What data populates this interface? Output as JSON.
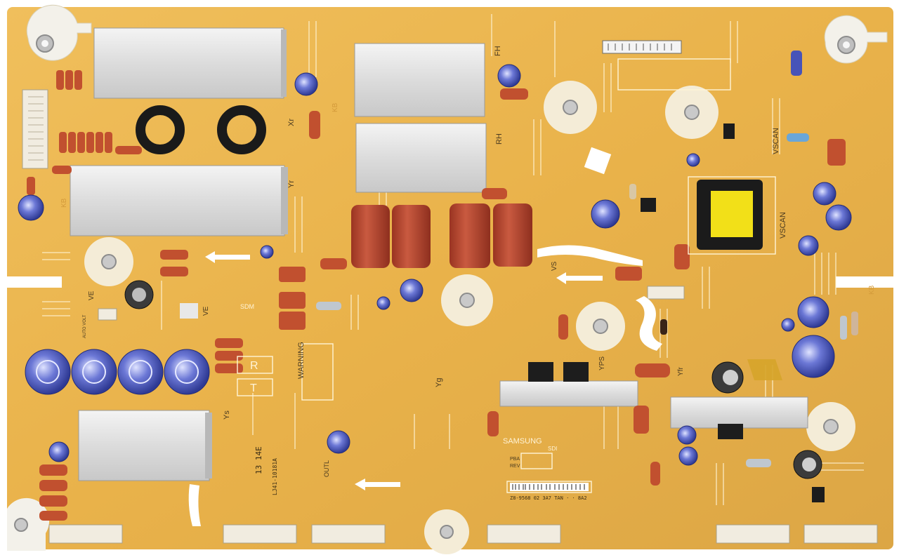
{
  "board": {
    "labels": {
      "warning": "WARNING",
      "manufacturer": "SAMSUNG",
      "subbrand": "SDI",
      "vscan_top": "VSCAN",
      "vscan_side": "VSCAN",
      "fh": "FH",
      "rh": "RH",
      "xr": "Xr",
      "yr": "Yr",
      "ve_a": "VE",
      "ve_b": "VE",
      "vs": "VS",
      "yps": "YPS",
      "ys": "Ys",
      "yg": "Yg",
      "yfr": "Yfr",
      "r": "R",
      "t": "T",
      "outl": "OUTL",
      "sdm": "SDM",
      "pba": "PBA",
      "rev": "REV",
      "auto_volt": "AUTO VOLT",
      "lotcode": "13 14E",
      "model": "LJ41-10181A",
      "barcode_text": "Z8-9568 02 3A7 TAN · · 8A2",
      "kb": "KB"
    }
  },
  "colors": {
    "pcb": "#e9b24a",
    "pcb_light": "#f2c665",
    "heatsink": "#e6e6e6",
    "capacitor_film": "#b5422c",
    "capacitor_electrolytic": "#4450b8",
    "resistor": "#c4532e"
  }
}
